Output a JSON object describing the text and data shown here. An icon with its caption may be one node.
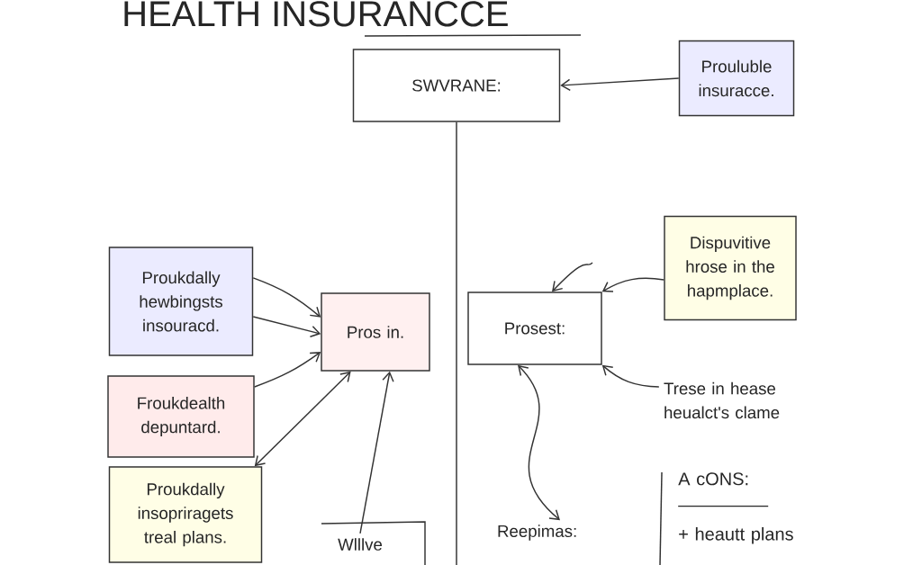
{
  "diagram": {
    "title": "HEALTH INSURANCCE",
    "nodes": [
      {
        "text": [
          "SWVRANE:"
        ]
      },
      {
        "text": [
          "Prouluble insuracce."
        ]
      },
      {
        "text": [
          "Proukdally hewbingsts insouracd."
        ]
      },
      {
        "text": [
          "Pros in."
        ]
      },
      {
        "text": [
          "Froukdealth depuntard."
        ]
      },
      {
        "text": [
          "Proukdally insopriragets treal plans."
        ]
      },
      {
        "text": [
          "Wlllve"
        ]
      },
      {
        "text": [
          "Prosest:"
        ]
      },
      {
        "text": [
          "Dispuvitive hrose in the hapmplace."
        ]
      },
      {
        "text": [
          "Trese in hease heualct's clame"
        ]
      },
      {
        "text": [
          "Reepimas:"
        ]
      },
      {
        "text": [
          "A cONS:",
          "+ heautt plans"
        ]
      }
    ],
    "edges": [
      {
        "from": 1,
        "to": 0,
        "arrow": "to"
      },
      {
        "from": 0,
        "to": null,
        "arrow": "none"
      },
      {
        "from": 2,
        "to": 3,
        "arrow": "to"
      },
      {
        "from": 2,
        "to": 3,
        "arrow": "to"
      },
      {
        "from": 4,
        "to": 3,
        "arrow": "to"
      },
      {
        "from": 5,
        "to": 3,
        "arrow": "both"
      },
      {
        "from": 6,
        "to": 3,
        "arrow": "to"
      },
      {
        "from": 8,
        "to": 7,
        "arrow": "to"
      },
      {
        "from": null,
        "to": 7,
        "arrow": "to"
      },
      {
        "from": 9,
        "to": 7,
        "arrow": "to"
      },
      {
        "from": 7,
        "to": 10,
        "arrow": "both"
      }
    ]
  }
}
